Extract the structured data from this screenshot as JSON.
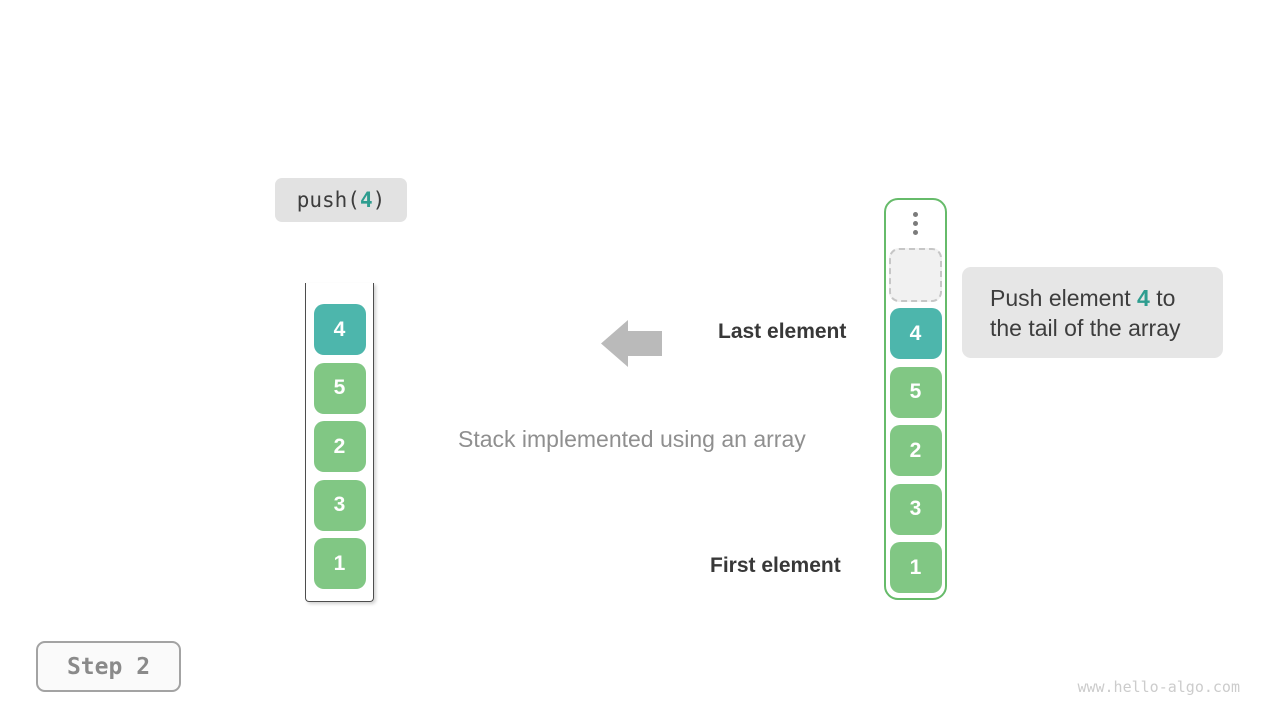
{
  "operation": {
    "function": "push(",
    "argument": "4",
    "close": ")"
  },
  "left_stack": {
    "values": [
      "4",
      "5",
      "2",
      "3",
      "1"
    ],
    "highlight_index": 0
  },
  "right_stack": {
    "values": [
      "4",
      "5",
      "2",
      "3",
      "1"
    ],
    "highlight_index": 0,
    "has_empty_slot": true,
    "ellipsis_icon": "vertical-ellipsis"
  },
  "annotations": {
    "last_element": "Last element",
    "first_element": "First element",
    "caption": "Stack implemented using an array"
  },
  "tooltip": {
    "text_before": "Push element ",
    "highlight": "4",
    "text_after": " to",
    "line2": "the tail of the array"
  },
  "step_badge": "Step 2",
  "watermark": "www.hello-algo.com",
  "colors": {
    "highlight_box": "#4db6ac",
    "item_box": "#81c784",
    "container_border": "#66bb6a",
    "highlight_text": "#2e9d8f",
    "arrow": "#bababa",
    "label_bg": "#e2e2e2",
    "tooltip_bg": "#e6e6e6"
  }
}
